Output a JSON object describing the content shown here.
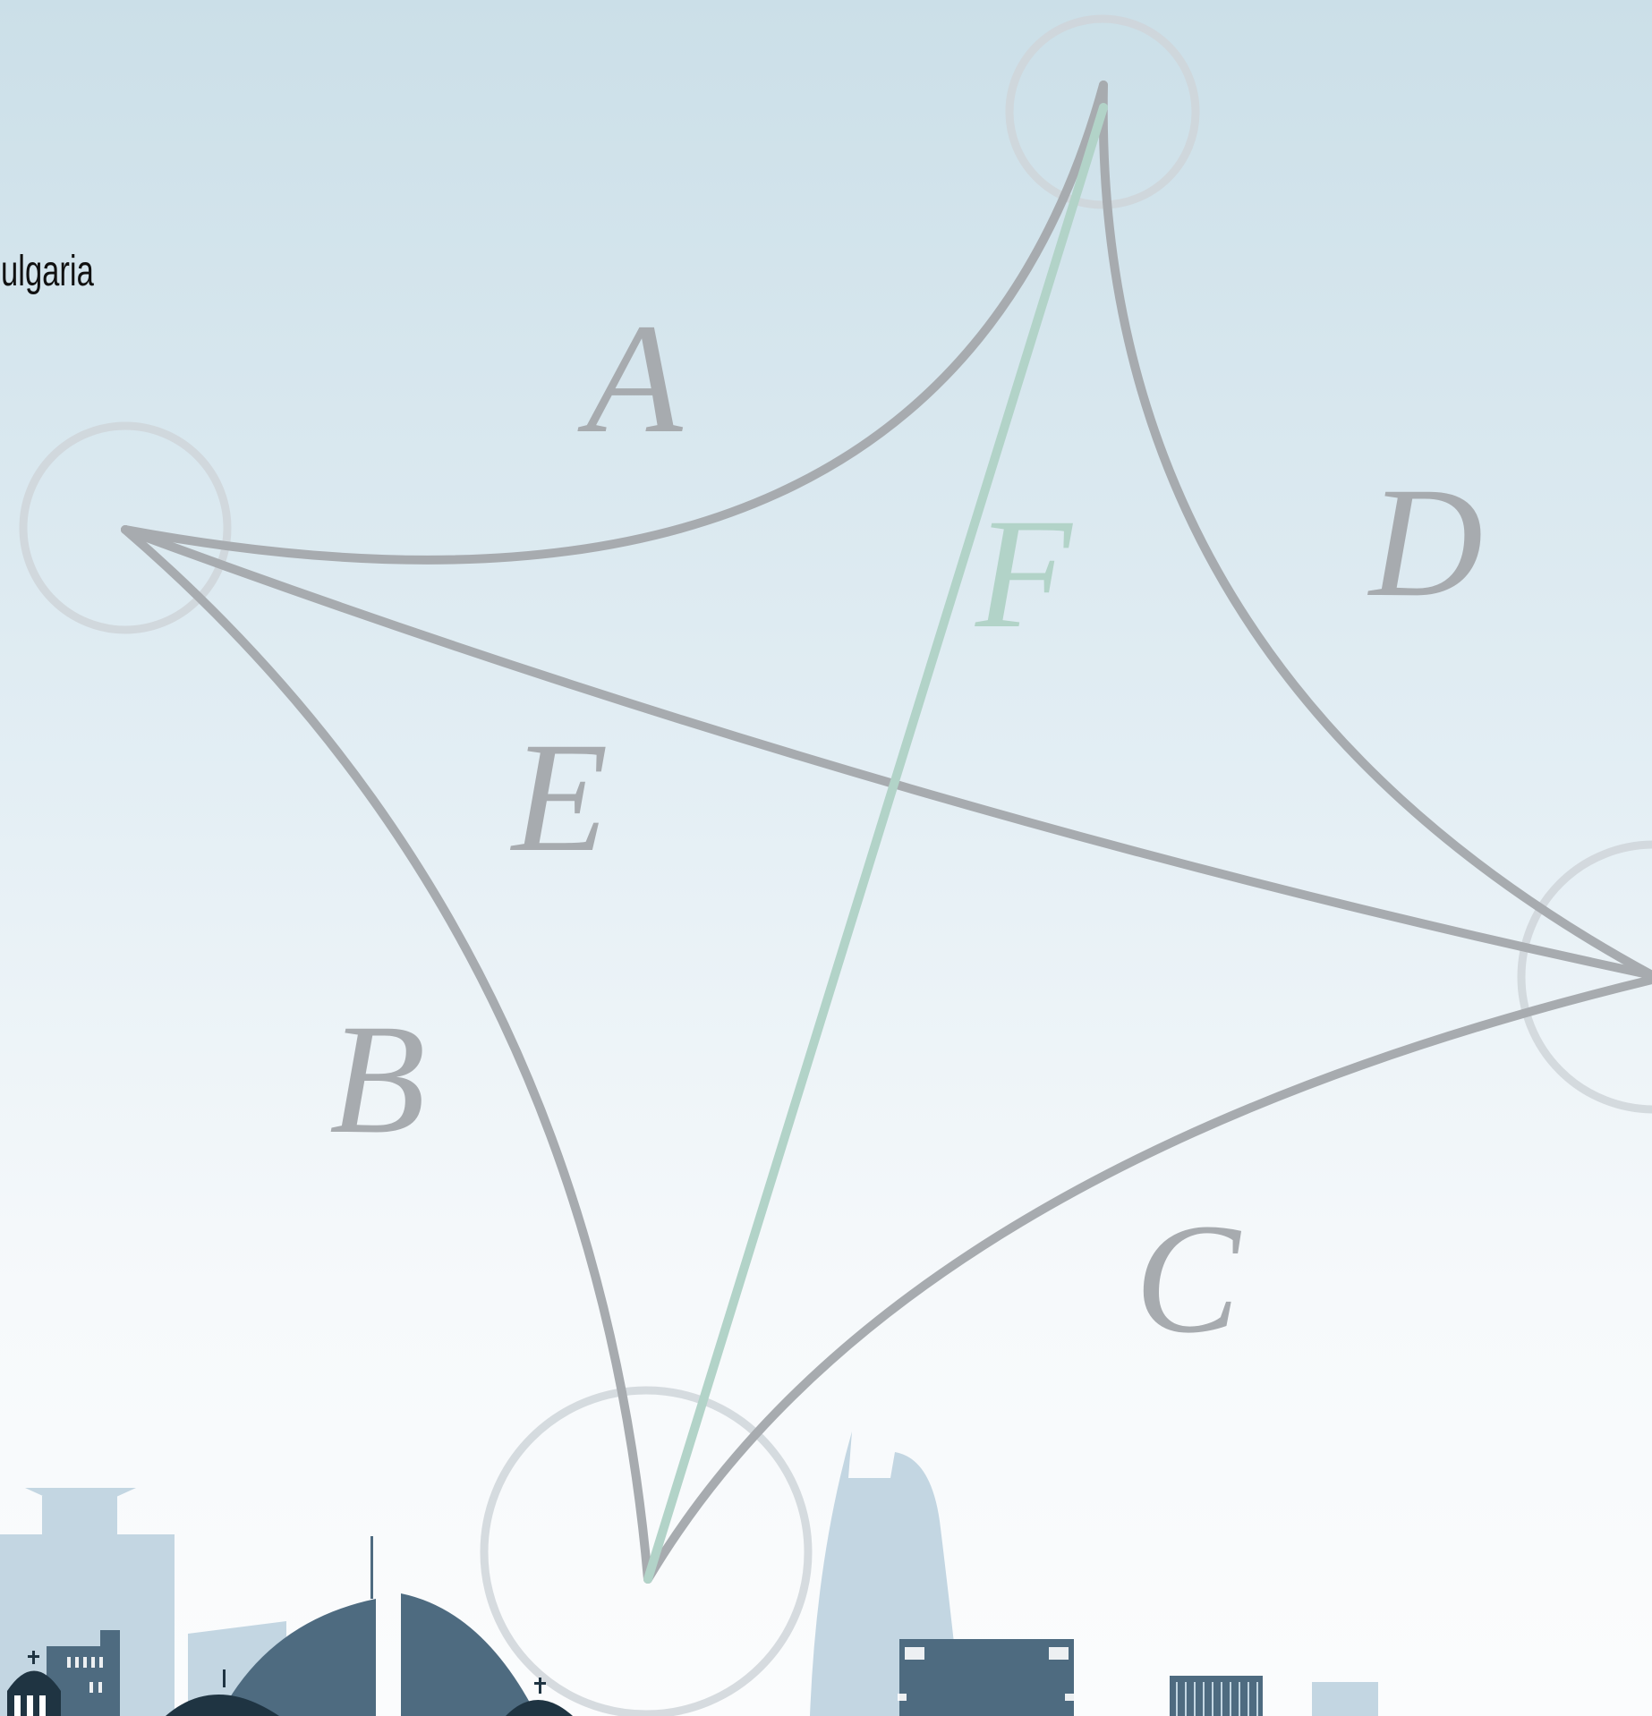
{
  "side_text": {
    "line1": "Bulgaria",
    "line2": "a"
  },
  "diagram": {
    "edges": [
      {
        "label": "A",
        "color": "#a7abaf"
      },
      {
        "label": "B",
        "color": "#a7abaf"
      },
      {
        "label": "C",
        "color": "#a7abaf"
      },
      {
        "label": "D",
        "color": "#a7abaf"
      },
      {
        "label": "E",
        "color": "#a7abaf"
      },
      {
        "label": "F",
        "color": "#b2d3c8"
      }
    ],
    "node_ring_color": "#cfd5d9"
  },
  "skyline": {
    "dark_color": "#4e6b80",
    "darkest_color": "#1f3442",
    "light_color": "#c3d6e2"
  }
}
